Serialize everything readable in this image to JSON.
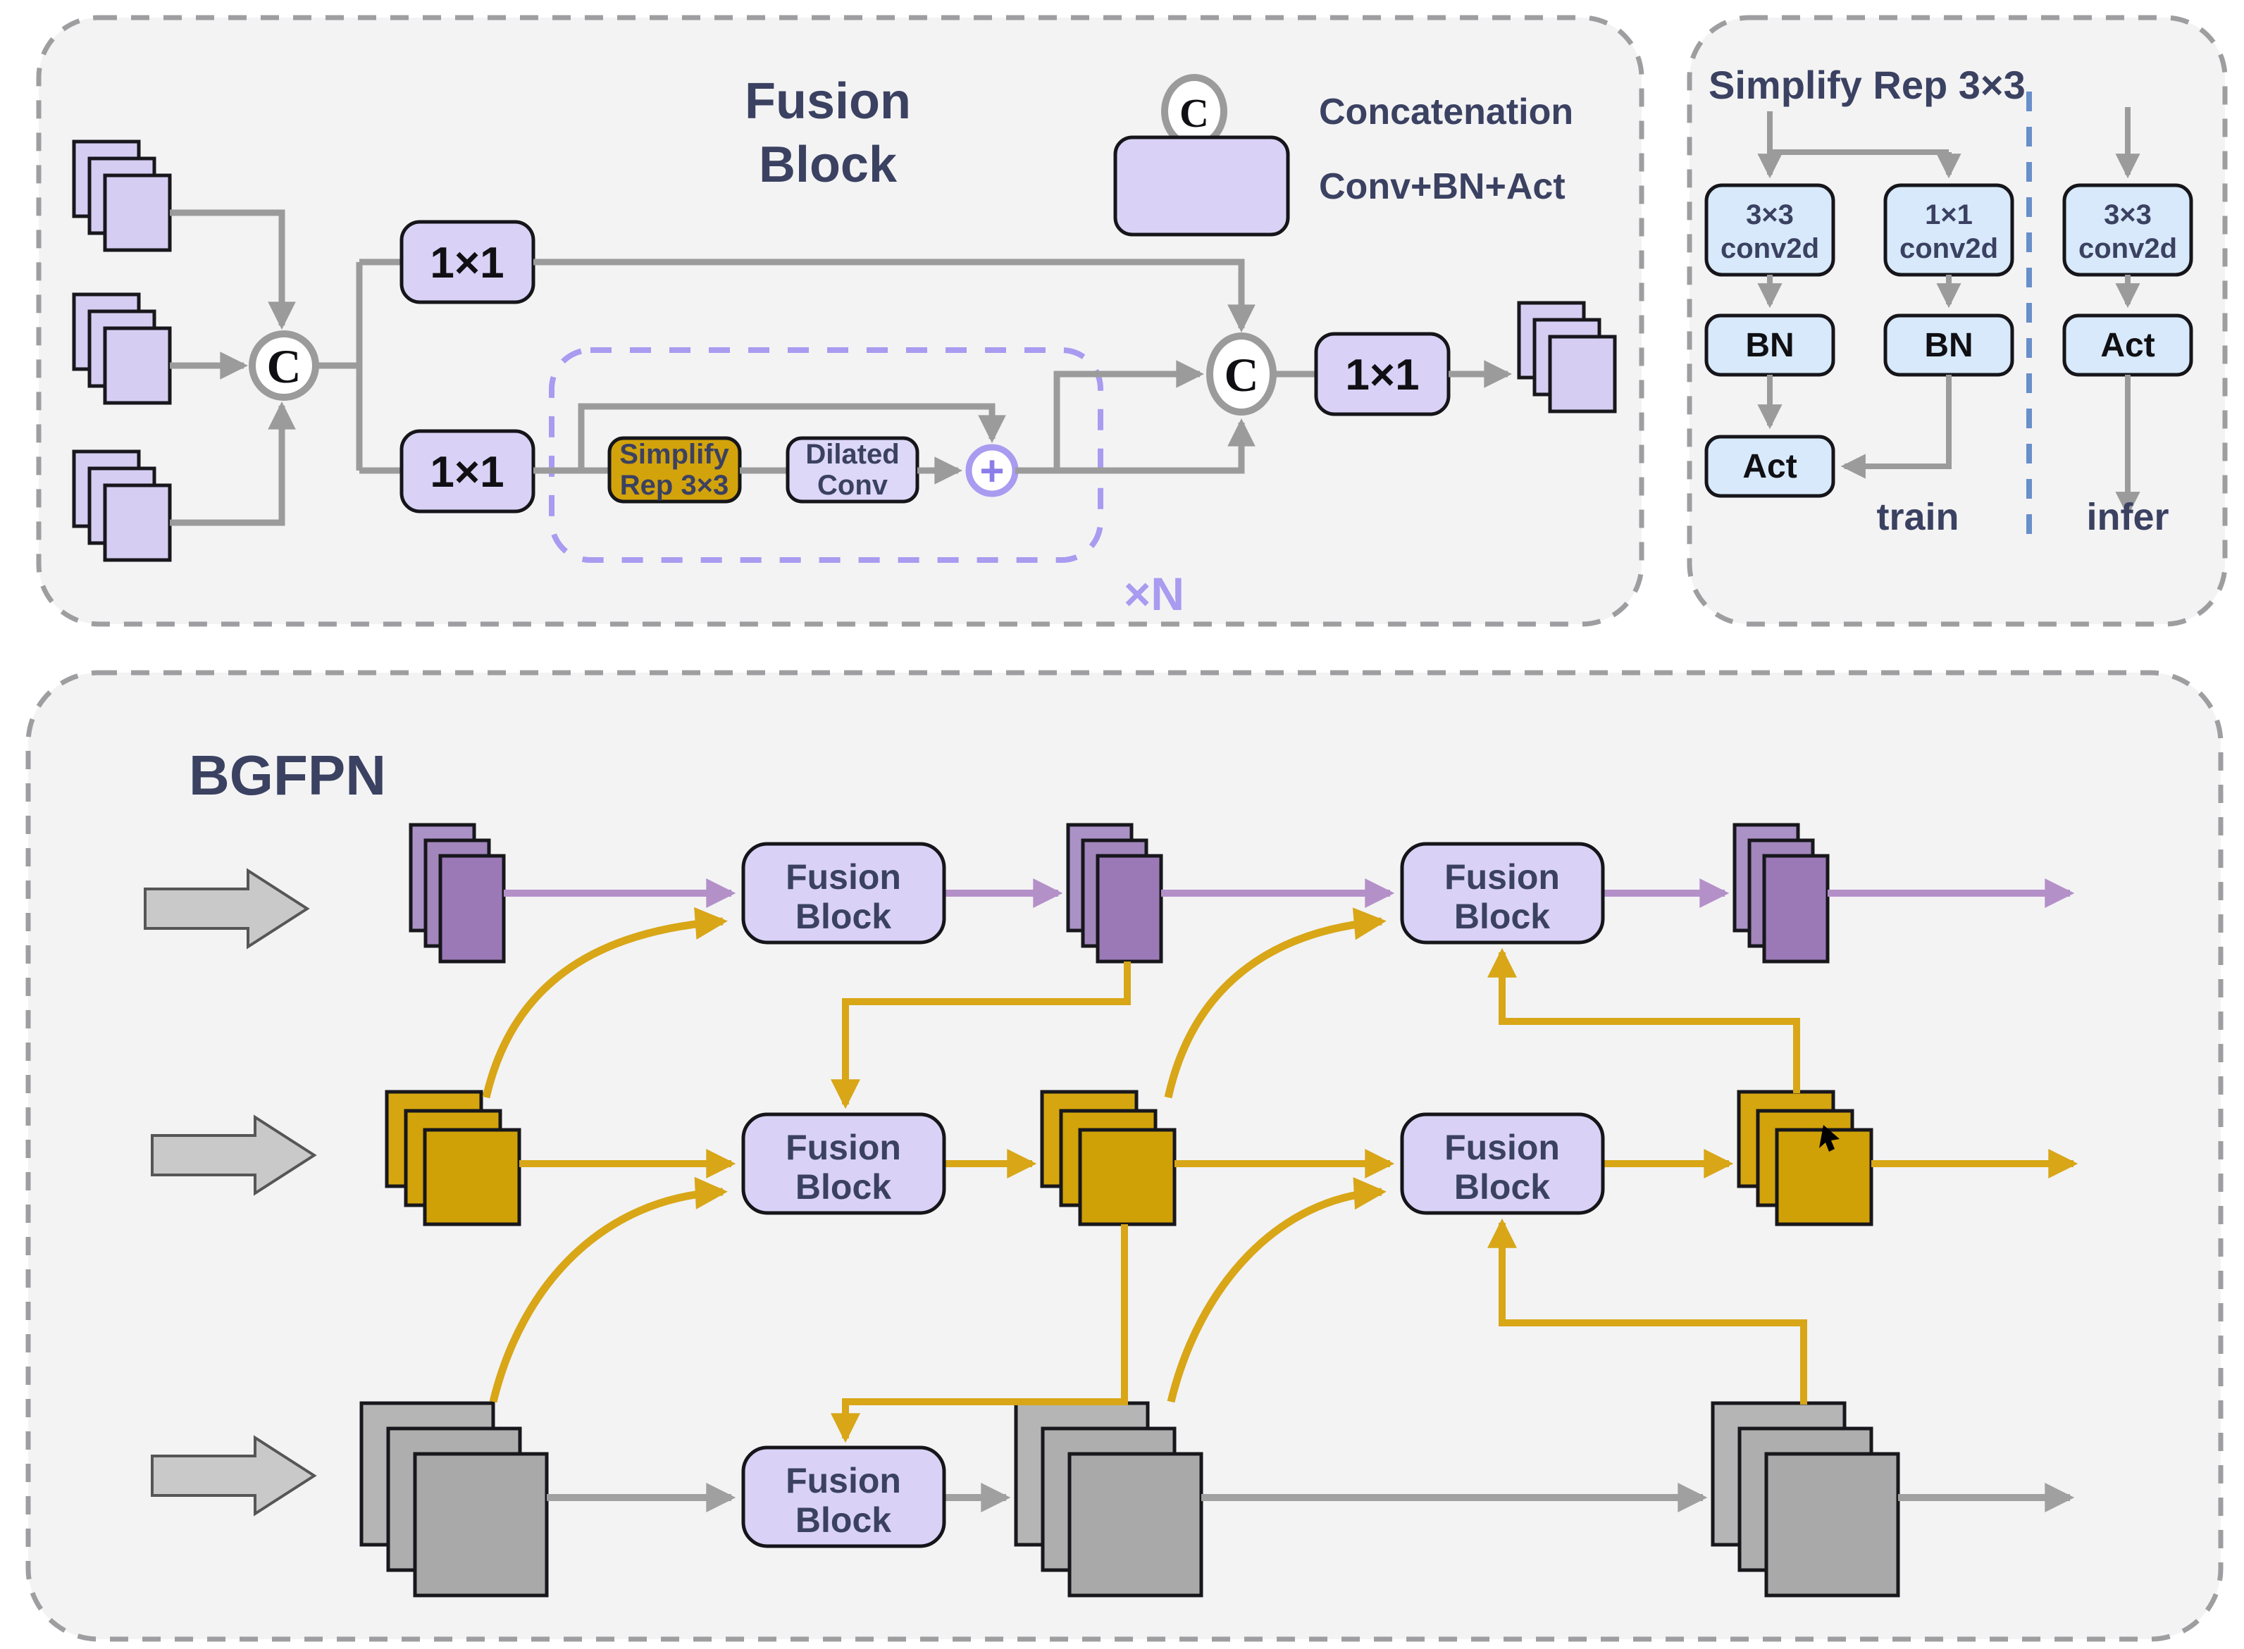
{
  "colors": {
    "panel_fill": "#f3f3f4",
    "panel_border": "#9e9ea1",
    "lavender_box": "#d9d2f6",
    "gold": "#d3a30b",
    "gold_arrow": "#d8a617",
    "light_blue_box": "#d7e9fa",
    "purple_maps": "#9b79b6",
    "purple_arrow": "#b490c8",
    "gray_maps": "#a9a9a9",
    "gray_arrow": "#9b9b9b",
    "navy_text": "#3b4161",
    "repeat_dash_purple": "#a89bf0",
    "divider_blue": "#688fc9"
  },
  "fusion_panel": {
    "title_line1": "Fusion",
    "title_line2": "Block",
    "legend_concat_symbol": "C",
    "legend_concat_label": "Concatenation",
    "legend_conv_label": "Conv+BN+Act",
    "conv_top_label": "1×1",
    "conv_bottom_label": "1×1",
    "conv_out_label": "1×1",
    "simplify_line1": "Simplify",
    "simplify_line2": "Rep 3×3",
    "dilated_line1": "Dilated",
    "dilated_line2": "Conv",
    "concat_in_symbol": "C",
    "concat_out_symbol": "C",
    "add_symbol": "+",
    "repeat_label": "×N"
  },
  "rep_panel": {
    "title": "Simplify Rep 3×3",
    "train_conv3x3_line1": "3×3",
    "train_conv3x3_line2": "conv2d",
    "train_conv1x1_line1": "1×1",
    "train_conv1x1_line2": "conv2d",
    "train_bn_left": "BN",
    "train_bn_right": "BN",
    "train_act": "Act",
    "train_label": "train",
    "infer_conv3x3_line1": "3×3",
    "infer_conv3x3_line2": "conv2d",
    "infer_act": "Act",
    "infer_label": "infer"
  },
  "bgfpn_panel": {
    "title": "BGFPN",
    "fusion_label_line1": "Fusion",
    "fusion_label_line2": "Block"
  }
}
